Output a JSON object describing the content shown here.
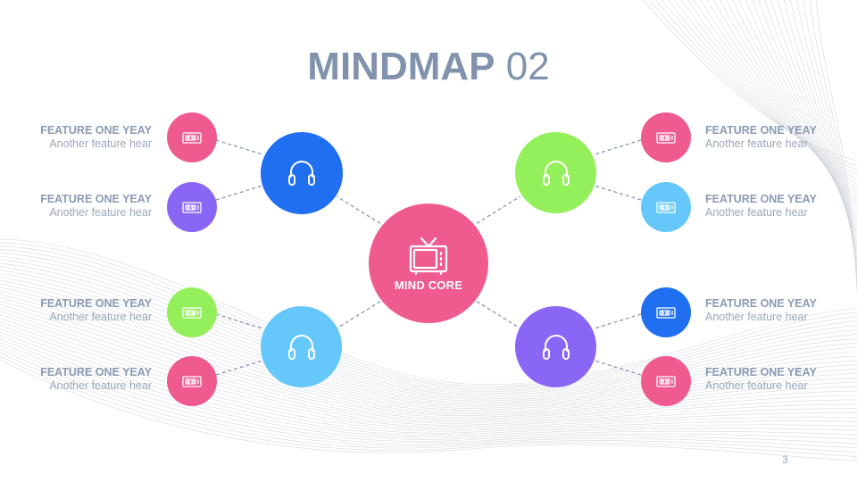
{
  "title": {
    "bold": "MINDMAP",
    "regular": "02"
  },
  "core": {
    "label": "MIND CORE",
    "color": "#ef5a8f",
    "icon": "tv-icon"
  },
  "branches": [
    {
      "name": "top-left",
      "color": "#1f6ff0",
      "icon": "headphones-icon",
      "features": [
        {
          "title": "FEATURE ONE YEAY",
          "subtitle": "Another feature hear",
          "color": "#ef5a8f",
          "icon": "cassette-tape-icon"
        },
        {
          "title": "FEATURE ONE YEAY",
          "subtitle": "Another feature hear",
          "color": "#8a66f6",
          "icon": "cassette-tape-icon"
        }
      ]
    },
    {
      "name": "top-right",
      "color": "#94f05a",
      "icon": "headphones-icon",
      "features": [
        {
          "title": "FEATURE ONE YEAY",
          "subtitle": "Another feature hear",
          "color": "#ef5a8f",
          "icon": "cassette-tape-icon"
        },
        {
          "title": "FEATURE ONE YEAY",
          "subtitle": "Another feature hear",
          "color": "#66c8fa",
          "icon": "cassette-tape-icon"
        }
      ]
    },
    {
      "name": "bottom-left",
      "color": "#66c8fa",
      "icon": "headphones-icon",
      "features": [
        {
          "title": "FEATURE ONE YEAY",
          "subtitle": "Another feature hear",
          "color": "#94f05a",
          "icon": "cassette-tape-icon"
        },
        {
          "title": "FEATURE ONE YEAY",
          "subtitle": "Another feature hear",
          "color": "#ef5a8f",
          "icon": "cassette-tape-icon"
        }
      ]
    },
    {
      "name": "bottom-right",
      "color": "#8a66f6",
      "icon": "headphones-icon",
      "features": [
        {
          "title": "FEATURE ONE YEAY",
          "subtitle": "Another feature hear",
          "color": "#1f6ff0",
          "icon": "cassette-tape-icon"
        },
        {
          "title": "FEATURE ONE YEAY",
          "subtitle": "Another feature hear",
          "color": "#ef5a8f",
          "icon": "cassette-tape-icon"
        }
      ]
    }
  ],
  "page_number": "3"
}
